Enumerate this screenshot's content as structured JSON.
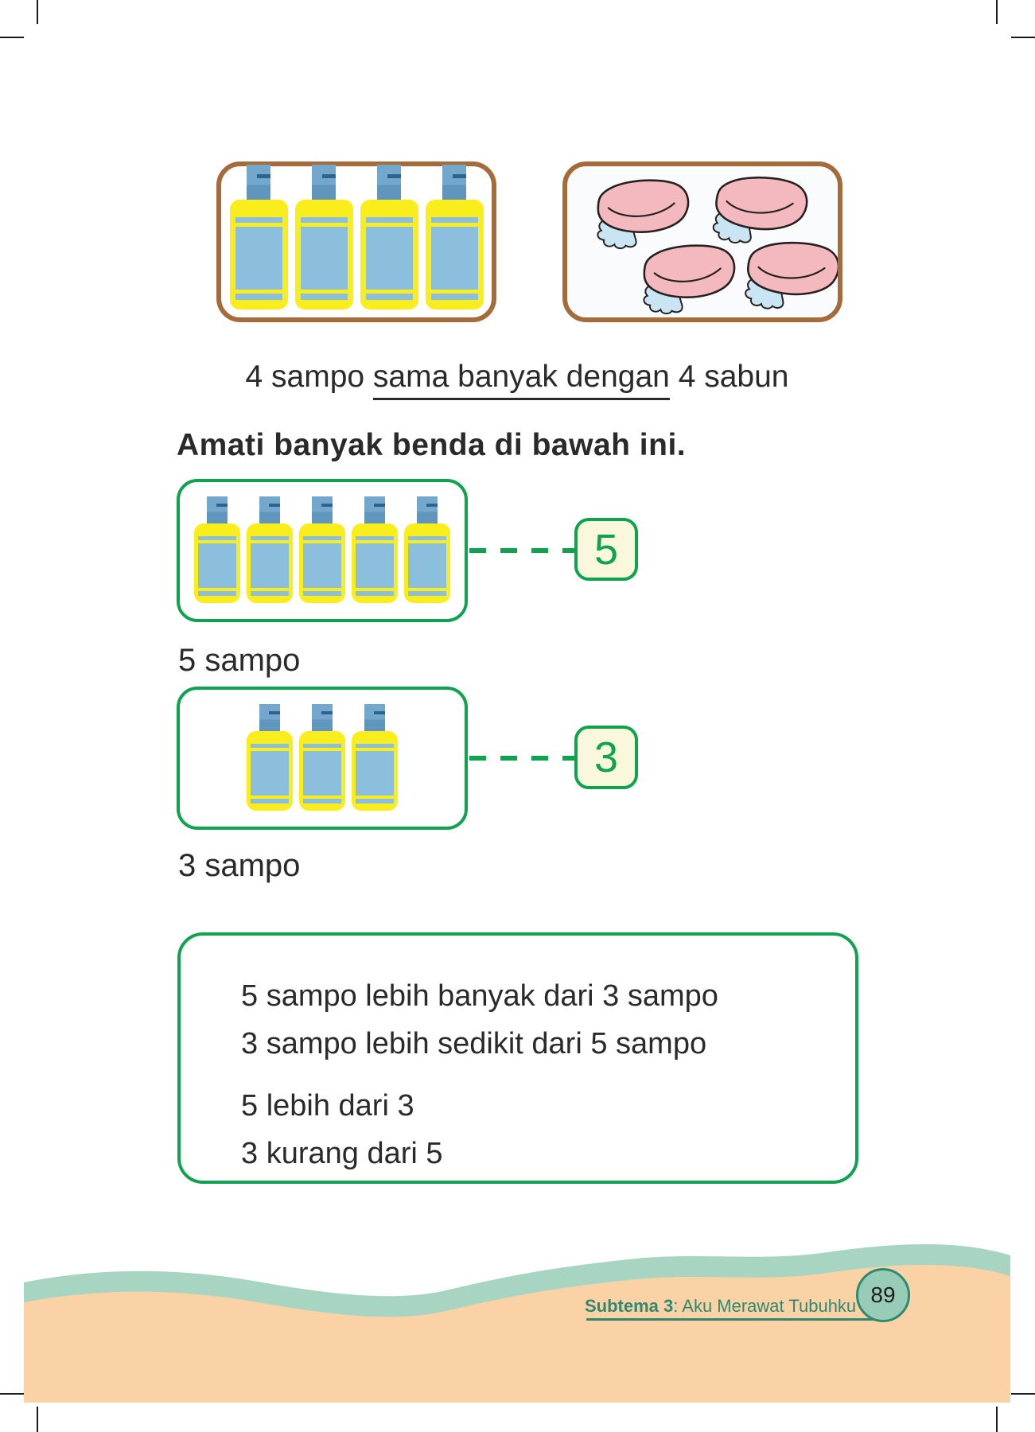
{
  "top_section": {
    "left_box": {
      "item": "sampo",
      "count": 4
    },
    "right_box": {
      "item": "sabun",
      "count": 4
    },
    "caption_prefix": "4 sampo ",
    "caption_underlined": "sama banyak dengan",
    "caption_suffix": " 4 sabun"
  },
  "heading": "Amati banyak benda di bawah ini.",
  "comparison": {
    "group1": {
      "count": 5,
      "number_label": "5",
      "caption": "5 sampo"
    },
    "group2": {
      "count": 3,
      "number_label": "3",
      "caption": "3 sampo"
    },
    "summary_lines": [
      "5 sampo lebih banyak dari 3 sampo",
      "3 sampo lebih sedikit dari 5 sampo",
      "5 lebih dari 3",
      "3 kurang dari 5"
    ]
  },
  "footer": {
    "subtema_label": "Subtema 3",
    "subtema_rest": ": Aku Merawat Tubuhku",
    "page_number": "89"
  },
  "colors": {
    "green": "#0fa24f",
    "brown": "#a56b3a",
    "bottle_yellow": "#f9ed1c",
    "bottle_blue": "#8cbedd",
    "cap_blue": "#74a7cc",
    "soap_pink": "#f4b9be",
    "foam_blue": "#c9e5f3",
    "number_box_bg": "#faf8dc",
    "footer_teal_band": "#a7d5c1",
    "footer_peach": "#fbd2a6",
    "footer_text": "#2d8a71"
  }
}
